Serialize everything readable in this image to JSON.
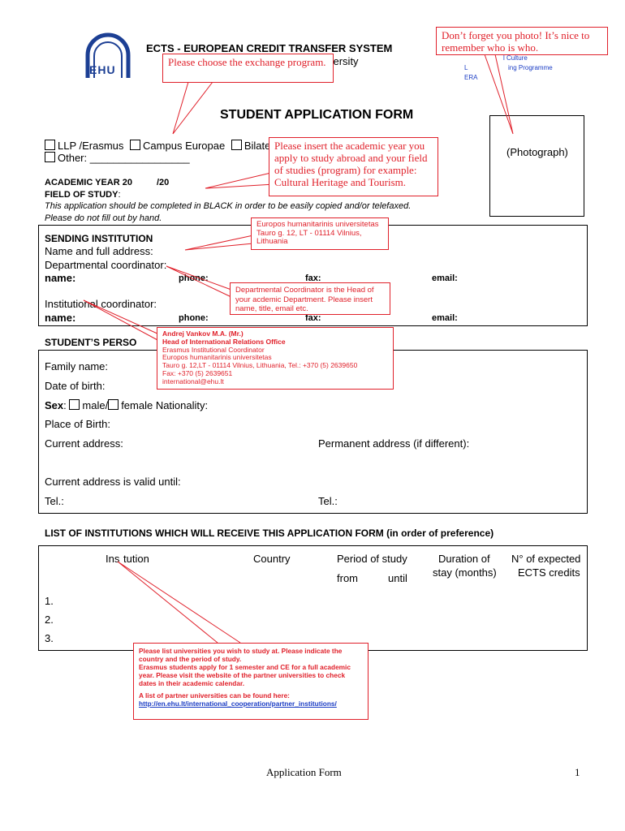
{
  "header": {
    "title": "ECTS - EUROPEAN CREDIT TRANSFER SYSTEM",
    "university_fragment": "versity",
    "logo_text": "EHU",
    "prog_fragment_1": "l Culture",
    "prog_fragment_2": "L",
    "prog_fragment_3": "ing Programme",
    "prog_fragment_4": "ERA"
  },
  "form_title": "STUDENT APPLICATION FORM",
  "programs": {
    "llp": "LLP /Erasmus",
    "campus": "Campus Europae",
    "bilateral": "Bilate",
    "other": "Other: _________________"
  },
  "photo": {
    "label": "(Photograph)"
  },
  "academic": {
    "year_label": "ACADEMIC YEAR 20",
    "year_suffix": "/20",
    "field_label": "FIELD OF STUDY",
    "field_colon": ":",
    "note1": "This application should be completed in BLACK in order to be easily copied and/or telefaxed.",
    "note2": "Please do not fill out by hand."
  },
  "sending": {
    "heading": "SENDING INSTITUTION",
    "name_address": "Name and full address:",
    "dept_coord": "Departmental coordinator:",
    "name": "name:",
    "phone": "phone:",
    "fax": "fax:",
    "email": "email:",
    "inst_coord": "Institutional coordinator:",
    "name2": "name:",
    "phone2": "phone:",
    "fax2": "fax:",
    "email2": "email:"
  },
  "personal": {
    "heading": "STUDENT’S PERSO",
    "family_name": "Family name:",
    "dob": "Date of birth:",
    "sex": "Sex",
    "sex_colon": ":",
    "male": "male/",
    "female": "female Nationality:",
    "pob": "Place of Birth:",
    "current_address": "Current address:",
    "permanent_address": "Permanent address (if different):",
    "valid_until": "Current address is valid until:",
    "tel1": "Tel.:",
    "tel2": "Tel.:"
  },
  "institutions": {
    "heading": "LIST OF INSTITUTIONS WHICH WILL RECEIVE THIS APPLICATION FORM (in order of preference)",
    "col_institution_a": "Ins",
    "col_institution_b": "tution",
    "col_country": "Country",
    "col_period": "Period of study",
    "col_from": "from",
    "col_until": "until",
    "col_duration_1": "Duration of",
    "col_duration_2": "stay (months)",
    "col_ects_1": "N° of expected",
    "col_ects_2": "ECTS credits",
    "rows": [
      "1.",
      "2.",
      "3."
    ]
  },
  "callouts": {
    "photo": "Don’t forget you photo! It’s nice to remember who is who.",
    "exchange": "Please choose the exchange program.",
    "academic_year": "Please insert the academic year you apply to study abroad and your field of studies (program) for example: Cultural Heritage and Tourism.",
    "address_1": "Europos humanitarinis universitetas",
    "address_2": "Tauro g. 12, LT - 01114 Vilnius,",
    "address_3": "Lithuania",
    "dept_coord": "Departmental Coordinator is the Head of your acdemic Department. Please insert name, title, email etc.",
    "inst_1": "Andrej Vankov M.A. (Mr.)",
    "inst_2": "Head of International Relations Office",
    "inst_3": "Erasmus Institutional Coordinator",
    "inst_4": "Europos humanitarinis universitetas",
    "inst_5": "Tauro g. 12,LT - 01114 Vilnius, Lithuania, Tel.: +370 (5) 2639650",
    "inst_6": "Fax: +370 (5) 2639651",
    "inst_7": "international@ehu.lt",
    "list_1": "Please list universities you wish to study at. Please indicate the country and the period of study.",
    "list_2": "Erasmus students apply for 1 semester and CE for a full academic year. Please visit the website of the partner universities to check dates in their academic calendar.",
    "list_3": "A list of partner universities can be found here:",
    "list_link": "http://en.ehu.lt/international_cooperation/partner_institutions/"
  },
  "footer": {
    "label": "Application Form",
    "page": "1"
  }
}
